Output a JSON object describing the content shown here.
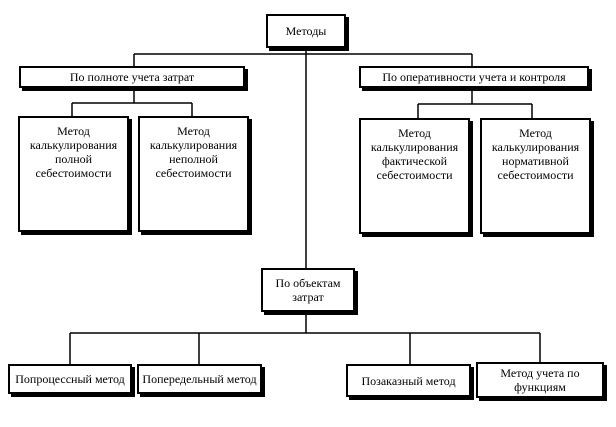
{
  "diagram": {
    "root": {
      "label": "Методы"
    },
    "groups": [
      {
        "label": "По полноте учета затрат",
        "children": [
          "Метод\nкалькулирования\nполной\nсебестоимости",
          "Метод\nкалькулирования\nнеполной\nсебестоимости"
        ]
      },
      {
        "label": "По оперативности учета и контроля",
        "children": [
          "Метод\nкалькулирования\nфактической\nсебестоимости",
          "Метод\nкалькулирования\nнормативной\nсебестоимости"
        ]
      },
      {
        "label": "По объектам\nзатрат",
        "children": [
          "Попроцессный метод",
          "Попередельный метод",
          "Позаказный метод",
          "Метод учета по\nфункциям"
        ]
      }
    ],
    "line_color": "#000000",
    "box_border_color": "#000000"
  }
}
